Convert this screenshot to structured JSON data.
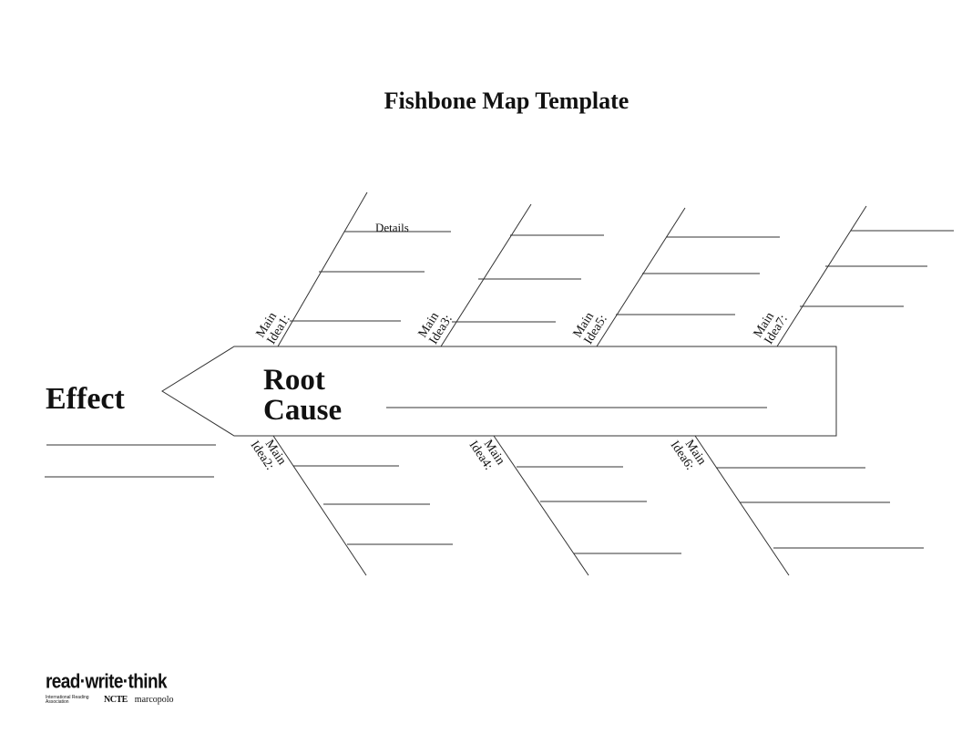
{
  "title": "Fishbone Map Template",
  "effect_label": "Effect",
  "root_cause": {
    "line1": "Root",
    "line2": "Cause"
  },
  "details_label": "Details",
  "main_ideas": [
    {
      "id": 1,
      "line1": "Main",
      "line2": "Idea1:"
    },
    {
      "id": 2,
      "line1": "Main",
      "line2": "Idea2:"
    },
    {
      "id": 3,
      "line1": "Main",
      "line2": "Idea3:"
    },
    {
      "id": 4,
      "line1": "Main",
      "line2": "Idea4:"
    },
    {
      "id": 5,
      "line1": "Main",
      "line2": "Idea5:"
    },
    {
      "id": 6,
      "line1": "Main",
      "line2": "Idea6:"
    },
    {
      "id": 7,
      "line1": "Main",
      "line2": "Idea7:"
    }
  ],
  "logo": {
    "main": "read·write·think",
    "partner1": "International Reading Association",
    "partner2": "NCTE",
    "partner3": "marcopolo"
  }
}
